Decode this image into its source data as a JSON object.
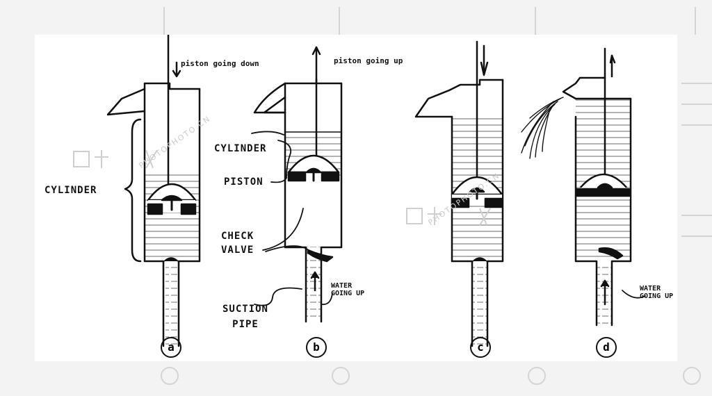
{
  "panels": [
    {
      "id": "a",
      "caption": "a",
      "arrow_note": "piston going down"
    },
    {
      "id": "b",
      "caption": "b",
      "arrow_note": "piston going up"
    },
    {
      "id": "c",
      "caption": "c"
    },
    {
      "id": "d",
      "caption": "d",
      "flow_note": "WATER GOING UP"
    }
  ],
  "labels": {
    "cylinder_a": "CYLINDER",
    "cylinder_b": "CYLINDER",
    "piston": "PISTON",
    "check_valve": "CHECK VALVE",
    "suction_pipe": "SUCTION PIPE",
    "water_going_up_b": "WATER GOING UP"
  },
  "watermark": {
    "latin": "PHOTOPHOTO.CN"
  },
  "colors": {
    "ink": "#111111",
    "paper": "#ffffff",
    "backdrop": "#f3f3f3",
    "watermark": "#c8c8c8"
  }
}
